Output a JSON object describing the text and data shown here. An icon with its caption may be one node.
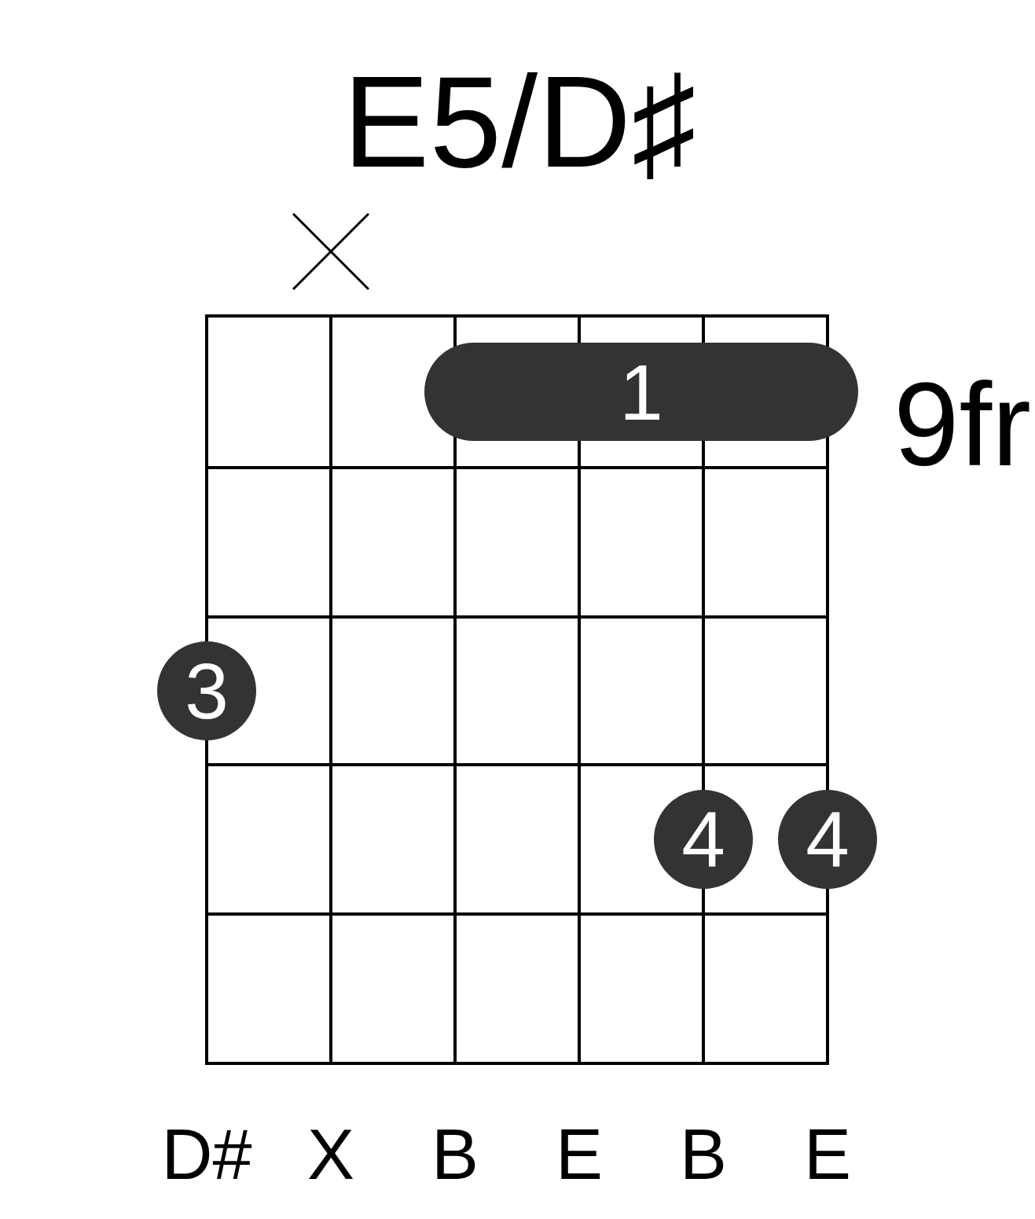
{
  "diagram": {
    "title": "E5/D♯",
    "nodes": [
      {
        "text": [
          "1"
        ]
      },
      {
        "text": [
          "3"
        ]
      },
      {
        "text": [
          "4"
        ]
      },
      {
        "text": [
          "4"
        ]
      }
    ],
    "labels": [
      "9fr",
      "D#",
      "X",
      "B",
      "E",
      "B",
      "E"
    ]
  }
}
